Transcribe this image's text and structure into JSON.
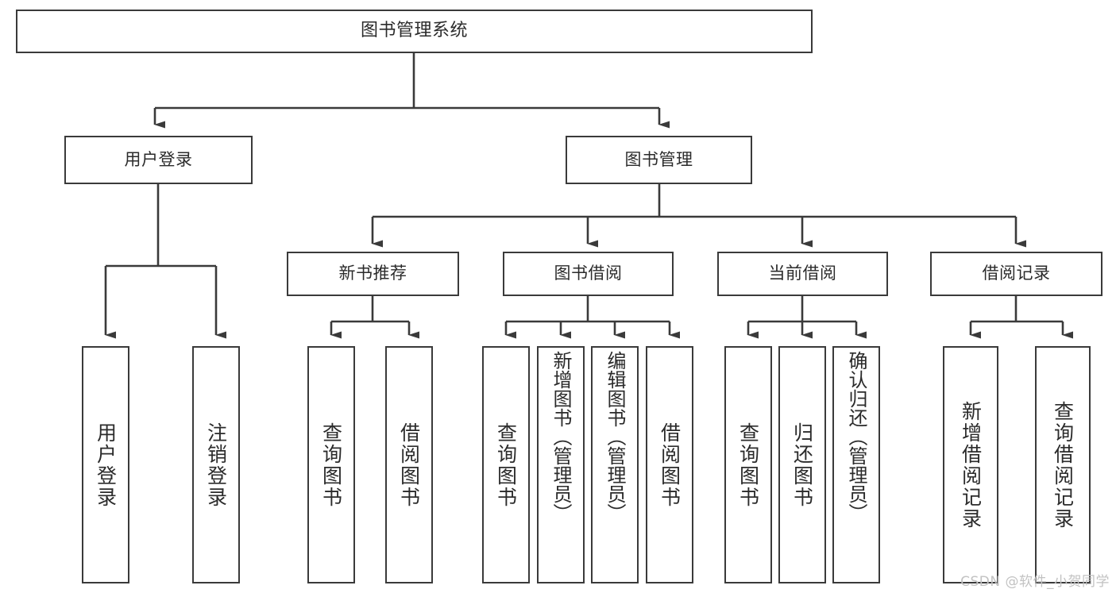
{
  "diagram": {
    "title": "图书管理系统",
    "type": "tree-hierarchy-chart",
    "watermark": "CSDN @软件_小贺同学",
    "colors": {
      "stroke": "#3a3a3a",
      "text": "#2b2b2b",
      "background": "#ffffff",
      "watermark": "#c2c2c2"
    },
    "nodes": {
      "root": {
        "label": "图书管理系统"
      },
      "level1": [
        {
          "id": "user-login",
          "label": "用户登录"
        },
        {
          "id": "book-manage",
          "label": "图书管理"
        }
      ],
      "level2": [
        {
          "id": "new-book-recommend",
          "label": "新书推荐"
        },
        {
          "id": "book-borrow",
          "label": "图书借阅"
        },
        {
          "id": "current-borrow",
          "label": "当前借阅"
        },
        {
          "id": "borrow-record",
          "label": "借阅记录"
        }
      ],
      "leaves": {
        "user-login": [
          {
            "id": "leaf-user-login",
            "label": "用户登录"
          },
          {
            "id": "leaf-logout-login",
            "label": "注销登录"
          }
        ],
        "new-book-recommend": [
          {
            "id": "leaf-query-book-1",
            "label": "查询图书"
          },
          {
            "id": "leaf-borrow-book-1",
            "label": "借阅图书"
          }
        ],
        "book-borrow": [
          {
            "id": "leaf-query-book-2",
            "label": "查询图书"
          },
          {
            "id": "leaf-add-book-admin",
            "label": "新增图书（管理员）"
          },
          {
            "id": "leaf-edit-book-admin",
            "label": "编辑图书（管理员）"
          },
          {
            "id": "leaf-borrow-book-2",
            "label": "借阅图书"
          }
        ],
        "current-borrow": [
          {
            "id": "leaf-query-book-3",
            "label": "查询图书"
          },
          {
            "id": "leaf-return-book",
            "label": "归还图书"
          },
          {
            "id": "leaf-confirm-return-admin",
            "label": "确认归还（管理员）"
          }
        ],
        "borrow-record": [
          {
            "id": "leaf-add-borrow-record",
            "label": "新增借阅记录"
          },
          {
            "id": "leaf-query-borrow-record",
            "label": "查询借阅记录"
          }
        ]
      }
    }
  }
}
